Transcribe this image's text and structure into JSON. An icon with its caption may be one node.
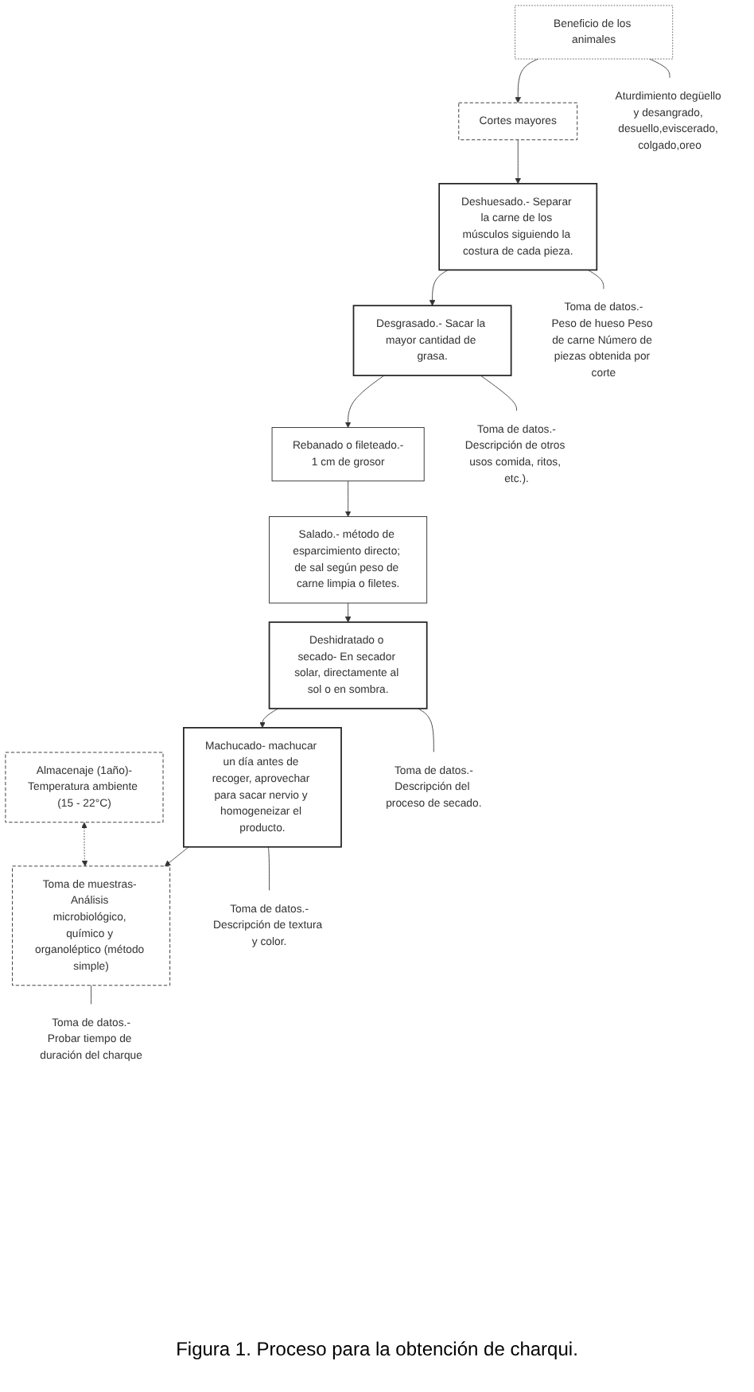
{
  "diagram": {
    "caption": "Figura 1. Proceso para la obtención de charqui.",
    "nodes": [
      {
        "text": [
          "Beneficio de los animales"
        ]
      },
      {
        "text": [
          "Cortes mayores"
        ]
      },
      {
        "text": [
          "Deshuesado.- Separar la carne de los músculos siguiendo la costura de cada pieza."
        ]
      },
      {
        "text": [
          "Desgrasado.- Sacar la mayor cantidad de grasa."
        ]
      },
      {
        "text": [
          "Rebanado o fileteado.-",
          "1 cm de grosor"
        ]
      },
      {
        "text": [
          "Salado.- método de esparcimiento directo; de sal según peso de carne limpia o filetes."
        ]
      },
      {
        "text": [
          "Deshidratado o secado- En secador solar, directamente al sol o en sombra."
        ]
      },
      {
        "text": [
          "Machucado- machucar un día antes de recoger, aprovechar para sacar nervio y homogeneizar el producto."
        ]
      },
      {
        "text": [
          "Almacenaje (1año)-",
          "Temperatura ambiente (15 - 22°C)"
        ]
      },
      {
        "text": [
          "Toma de muestras- Análisis microbiológico, químico y organoléptico (método simple)"
        ]
      },
      {
        "text": [
          "Aturdimiento degüello y desangrado, desuello,eviscerado, colgado,oreo"
        ]
      },
      {
        "text": [
          "Toma de datos.-",
          "Peso de hueso Peso de carne Número de piezas obtenida por corte"
        ]
      },
      {
        "text": [
          "Toma de datos.-",
          "Descripción de otros usos comida, ritos, etc.)."
        ]
      },
      {
        "text": [
          "Toma de datos.-",
          "Descripción del proceso de secado."
        ]
      },
      {
        "text": [
          "Toma de datos.-",
          "Descripción de textura y color."
        ]
      },
      {
        "text": [
          "Toma de datos.-",
          "Probar tiempo de duración del charque"
        ]
      }
    ],
    "edges": [
      {
        "from": 0,
        "to": 1,
        "arrow": "to"
      },
      {
        "from": 1,
        "to": 2,
        "arrow": "to"
      },
      {
        "from": 2,
        "to": 3,
        "arrow": "to"
      },
      {
        "from": 3,
        "to": 4,
        "arrow": "to"
      },
      {
        "from": 4,
        "to": 5,
        "arrow": "to"
      },
      {
        "from": 5,
        "to": 6,
        "arrow": "to"
      },
      {
        "from": 6,
        "to": 7,
        "arrow": "to"
      },
      {
        "from": 7,
        "to": 9,
        "arrow": "to"
      },
      {
        "from": 8,
        "to": 9,
        "arrow": "both",
        "style": "dashed"
      },
      {
        "from": 0,
        "to": 10,
        "arrow": "none"
      },
      {
        "from": 2,
        "to": 11,
        "arrow": "none"
      },
      {
        "from": 3,
        "to": 12,
        "arrow": "none"
      },
      {
        "from": 6,
        "to": 13,
        "arrow": "none"
      },
      {
        "from": 7,
        "to": 14,
        "arrow": "none"
      },
      {
        "from": 9,
        "to": 15,
        "arrow": "none"
      }
    ]
  }
}
